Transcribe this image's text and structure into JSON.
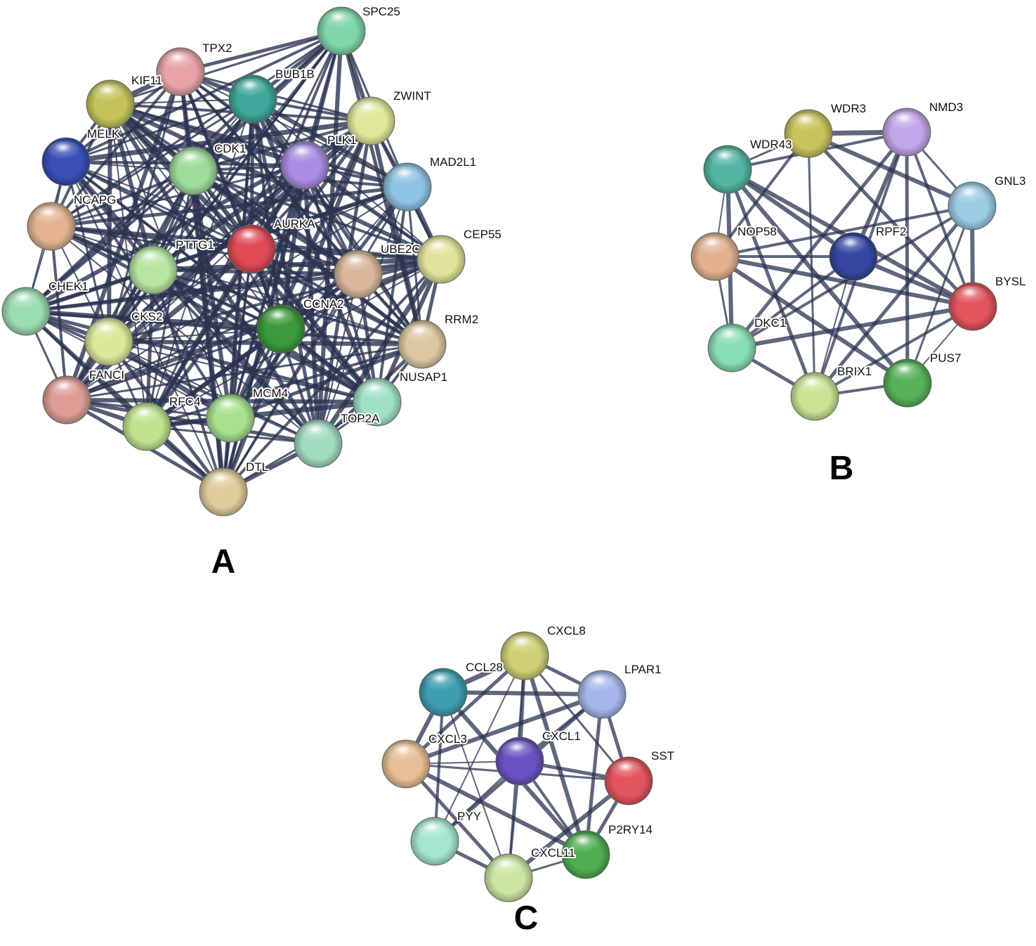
{
  "networks": [
    {
      "panel": "A",
      "edge_color": "#2b3350",
      "nodes": [
        {
          "name": "SPC25",
          "color": "#7fd6a8"
        },
        {
          "name": "TPX2",
          "color": "#e7a3a8"
        },
        {
          "name": "KIF11",
          "color": "#c4c35a"
        },
        {
          "name": "BUB1B",
          "color": "#3fa79b"
        },
        {
          "name": "ZWINT",
          "color": "#dfe79a"
        },
        {
          "name": "MELK",
          "color": "#3a4fb8"
        },
        {
          "name": "CDK1",
          "color": "#9fdc9b"
        },
        {
          "name": "PLK1",
          "color": "#a98ce3"
        },
        {
          "name": "MAD2L1",
          "color": "#8ec3e6"
        },
        {
          "name": "NCAPG",
          "color": "#e3b392"
        },
        {
          "name": "AURKA",
          "color": "#e04a55"
        },
        {
          "name": "PTTG1",
          "color": "#b8e6a2"
        },
        {
          "name": "UBE2C",
          "color": "#d9b69c"
        },
        {
          "name": "CEP55",
          "color": "#e2e39a"
        },
        {
          "name": "CHEK1",
          "color": "#9bdcb1"
        },
        {
          "name": "CCNA2",
          "color": "#3c9a3c"
        },
        {
          "name": "CKS2",
          "color": "#dde79a"
        },
        {
          "name": "RRM2",
          "color": "#ddc7a2"
        },
        {
          "name": "FANCI",
          "color": "#de9c95"
        },
        {
          "name": "NUSAP1",
          "color": "#9fe1c7"
        },
        {
          "name": "RFC4",
          "color": "#bfe38e"
        },
        {
          "name": "MCM4",
          "color": "#a8e08e"
        },
        {
          "name": "TOP2A",
          "color": "#a2dcc0"
        },
        {
          "name": "DTL",
          "color": "#e0cc9c"
        }
      ]
    },
    {
      "panel": "B",
      "edge_color": "#3f4a66",
      "nodes": [
        {
          "name": "WDR3",
          "color": "#c8c35c"
        },
        {
          "name": "NMD3",
          "color": "#c2a6ea"
        },
        {
          "name": "WDR43",
          "color": "#52b6a2"
        },
        {
          "name": "GNL3",
          "color": "#9ccbe6"
        },
        {
          "name": "NOP58",
          "color": "#e3b190"
        },
        {
          "name": "RPF2",
          "color": "#3647a2"
        },
        {
          "name": "BYSL",
          "color": "#e3545e"
        },
        {
          "name": "DKC1",
          "color": "#89deb6"
        },
        {
          "name": "PUS7",
          "color": "#57b25a"
        },
        {
          "name": "BRIX1",
          "color": "#c9e495"
        }
      ]
    },
    {
      "panel": "C",
      "edge_color": "#3f4a66",
      "nodes": [
        {
          "name": "CXCL8",
          "color": "#cfcf76"
        },
        {
          "name": "CCL28",
          "color": "#3e9eb1"
        },
        {
          "name": "LPAR1",
          "color": "#a5b6ea"
        },
        {
          "name": "CXCL3",
          "color": "#e6bf95"
        },
        {
          "name": "CXCL1",
          "color": "#6a52c2"
        },
        {
          "name": "SST",
          "color": "#e3545e"
        },
        {
          "name": "PYY",
          "color": "#a5e6cf"
        },
        {
          "name": "P2RY14",
          "color": "#4fae52"
        },
        {
          "name": "CXCL11",
          "color": "#cbe6a2"
        }
      ]
    }
  ]
}
